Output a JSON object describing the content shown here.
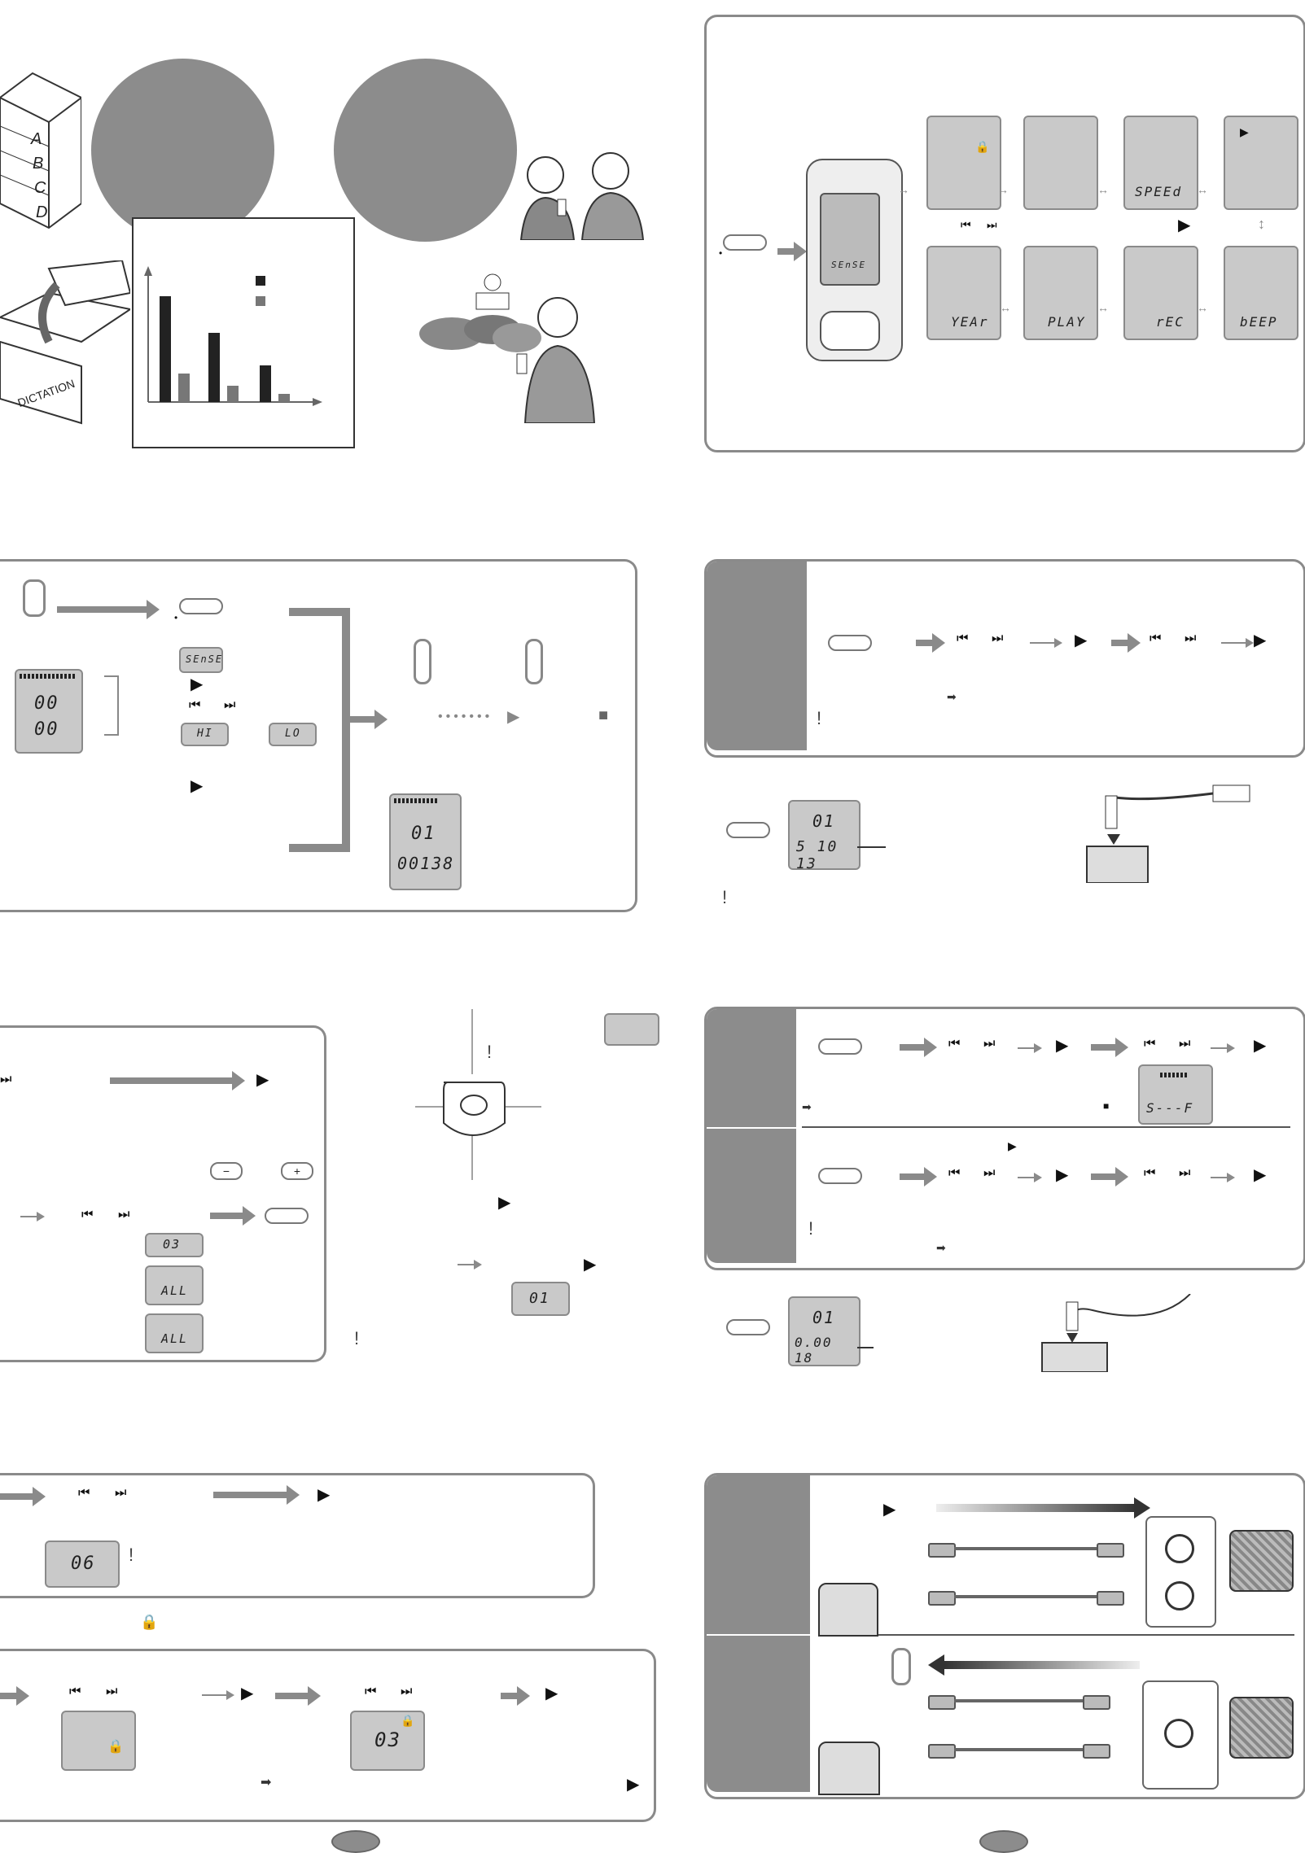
{
  "illustrations": {
    "drawer_labels": [
      "A",
      "B",
      "C",
      "D"
    ],
    "box_label": "DICTATION"
  },
  "lcd_displays": {
    "menu_top": [
      "",
      "",
      "SPEEd",
      ""
    ],
    "menu_bottom": [
      "YEAr",
      "PLAY",
      "rEC",
      "bEEP"
    ],
    "recorder_screen": "SEnSE",
    "sense": "SEnSE",
    "folder_counter_top": "00",
    "folder_counter_bottom": "00",
    "hi": "HI",
    "lo": "LO",
    "rec_folder": "01",
    "rec_counter": "00138",
    "date_folder": "01",
    "date_value": "5 10 13",
    "speed_range": "S---F",
    "play_folder": "01",
    "play_counter": "0.00 18",
    "repeat_03": "03",
    "repeat_all_1": "ALL",
    "repeat_all_2": "ALL",
    "blink_01": "01",
    "blink_06": "06",
    "lock_blink": "03"
  },
  "symbols": {
    "play": "▶",
    "stop": "■",
    "skip_back": "⏮",
    "skip_fwd": "⏭",
    "minus": "−",
    "plus": "+",
    "lock": "🔒",
    "exclaim": "!",
    "dots": "•••••••"
  },
  "colors": {
    "panel_border": "#8a8a8a",
    "side_bar": "#8c8c8c",
    "lcd_bg": "#c9c9c9"
  }
}
